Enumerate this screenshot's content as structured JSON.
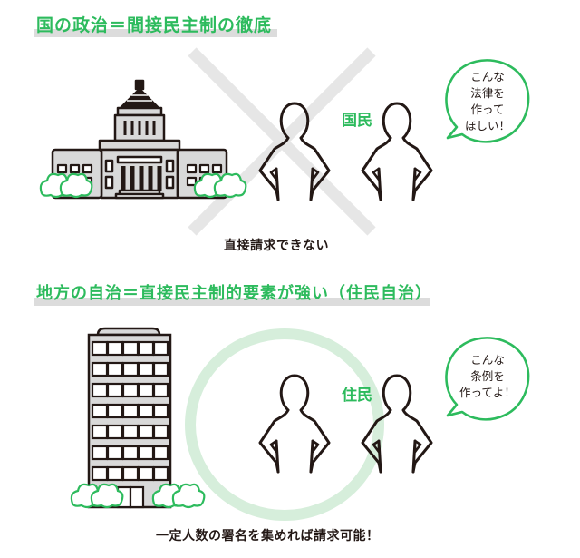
{
  "section1": {
    "heading": "国の政治＝間接民主制の徹底",
    "group_label": "国民",
    "speech_lines": [
      "こんな",
      "法律を",
      "作って",
      "ほしい！"
    ],
    "caption": "直接請求できない",
    "building": "national-diet-building",
    "overlay_symbol": "cross-mark"
  },
  "section2": {
    "heading": "地方の自治＝直接民主制的要素が強い（住民自治）",
    "group_label": "住民",
    "speech_lines": [
      "こんな",
      "条例を",
      "作ってよ！"
    ],
    "caption": "一定人数の署名を集めれば請求可能！",
    "building": "office-building",
    "overlay_symbol": "circle-mark"
  },
  "colors": {
    "accent_green": "#2dbb5d",
    "heading_bar": "#dcdcdc",
    "cross_gray": "#e6e6e6",
    "circle_green": "#d6eedb",
    "line_dark": "#231815",
    "building_fill": "#d9d9d9"
  }
}
